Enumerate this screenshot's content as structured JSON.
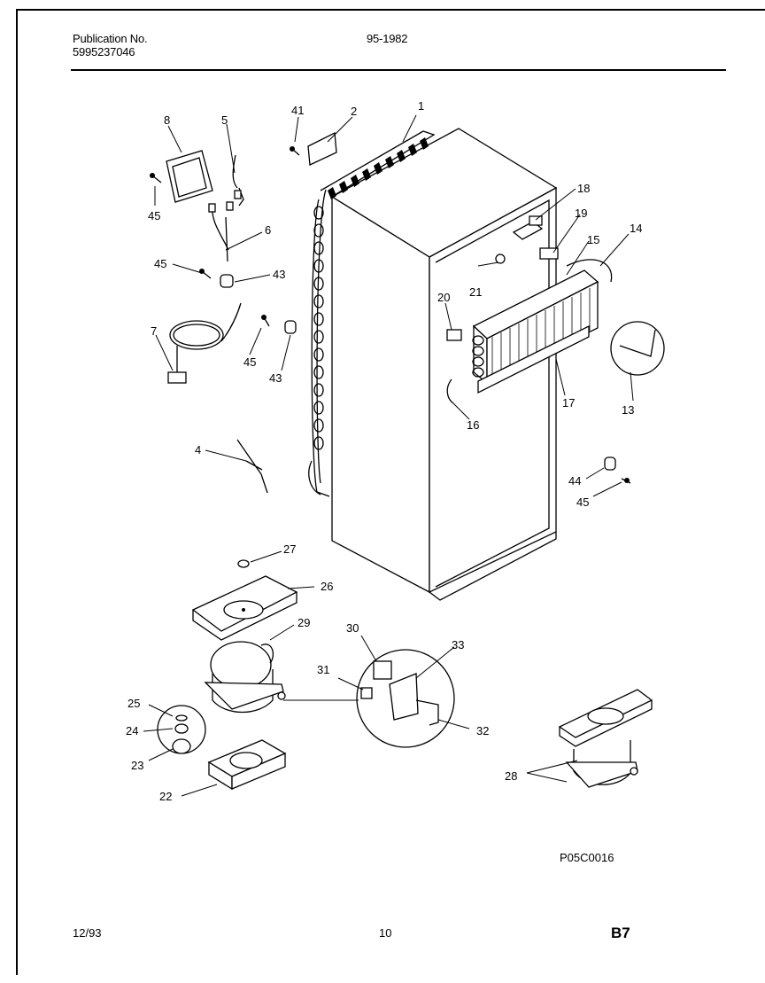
{
  "header": {
    "publication_label": "Publication No.",
    "publication_number": "5995237046",
    "model_code": "95-1982"
  },
  "footer": {
    "date": "12/93",
    "page_number": "10",
    "section": "B7"
  },
  "diagram_code": "P05C0016",
  "callouts": [
    "1",
    "2",
    "4",
    "5",
    "6",
    "7",
    "8",
    "13",
    "14",
    "15",
    "16",
    "17",
    "18",
    "19",
    "20",
    "21",
    "22",
    "23",
    "24",
    "25",
    "26",
    "27",
    "28",
    "29",
    "30",
    "31",
    "32",
    "33",
    "41",
    "43",
    "43",
    "44",
    "45",
    "45",
    "45",
    "45"
  ]
}
